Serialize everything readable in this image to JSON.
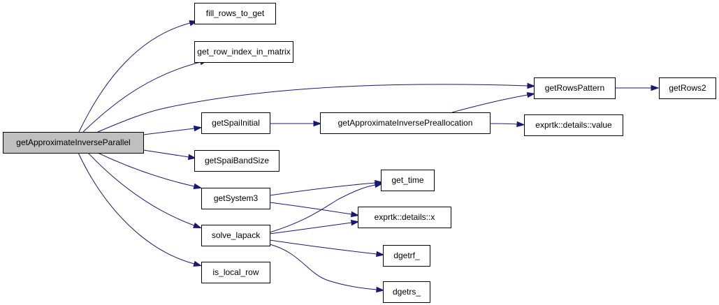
{
  "graph": {
    "edge_color": "#191970",
    "root_fill": "#bfbfbf",
    "nodes": [
      {
        "id": "root",
        "label": "getApproximateInverseParallel"
      },
      {
        "id": "fill",
        "label": "fill_rows_to_get"
      },
      {
        "id": "rowidx",
        "label": "get_row_index_in_matrix"
      },
      {
        "id": "pattern",
        "label": "getRowsPattern"
      },
      {
        "id": "rows2",
        "label": "getRows2"
      },
      {
        "id": "spaiinit",
        "label": "getSpaiInitial"
      },
      {
        "id": "prealloc",
        "label": "getApproximateInversePreallocation"
      },
      {
        "id": "value",
        "label": "exprtk::details::value"
      },
      {
        "id": "band",
        "label": "getSpaiBandSize"
      },
      {
        "id": "time",
        "label": "get_time"
      },
      {
        "id": "system3",
        "label": "getSystem3"
      },
      {
        "id": "x",
        "label": "exprtk::details::x"
      },
      {
        "id": "lapack",
        "label": "solve_lapack"
      },
      {
        "id": "dgetrf",
        "label": "dgetrf_"
      },
      {
        "id": "local",
        "label": "is_local_row"
      },
      {
        "id": "dgetrs",
        "label": "dgetrs_"
      }
    ],
    "edges": [
      {
        "from": "root",
        "to": "fill"
      },
      {
        "from": "root",
        "to": "rowidx"
      },
      {
        "from": "root",
        "to": "pattern"
      },
      {
        "from": "root",
        "to": "spaiinit"
      },
      {
        "from": "root",
        "to": "band"
      },
      {
        "from": "root",
        "to": "system3"
      },
      {
        "from": "root",
        "to": "lapack"
      },
      {
        "from": "root",
        "to": "local"
      },
      {
        "from": "pattern",
        "to": "rows2"
      },
      {
        "from": "spaiinit",
        "to": "prealloc"
      },
      {
        "from": "prealloc",
        "to": "pattern"
      },
      {
        "from": "prealloc",
        "to": "value"
      },
      {
        "from": "system3",
        "to": "time"
      },
      {
        "from": "system3",
        "to": "x"
      },
      {
        "from": "lapack",
        "to": "time"
      },
      {
        "from": "lapack",
        "to": "x"
      },
      {
        "from": "lapack",
        "to": "dgetrf"
      },
      {
        "from": "lapack",
        "to": "dgetrs"
      }
    ]
  }
}
